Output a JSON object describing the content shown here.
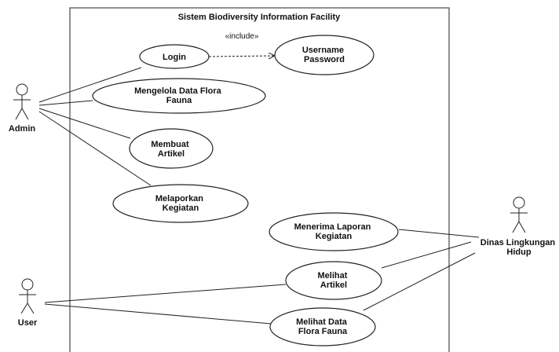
{
  "system": {
    "title": "Sistem Biodiversity Information Facility"
  },
  "include_label": "«include»",
  "actors": {
    "admin": "Admin",
    "user": "User",
    "dinas": [
      "Dinas Lingkungan",
      "Hidup"
    ]
  },
  "use_cases": {
    "login": [
      "Login"
    ],
    "username": [
      "Username",
      "Password"
    ],
    "kelola": [
      "Mengelola Data Flora",
      "Fauna"
    ],
    "artikel": [
      "Membuat",
      "Artikel"
    ],
    "lapor": [
      "Melaporkan",
      "Kegiatan"
    ],
    "terima": [
      "Menerima Laporan",
      "Kegiatan"
    ],
    "lihat_artikel": [
      "Melihat",
      "Artikel"
    ],
    "lihat_data": [
      "Melihat Data",
      "Flora Fauna"
    ]
  }
}
